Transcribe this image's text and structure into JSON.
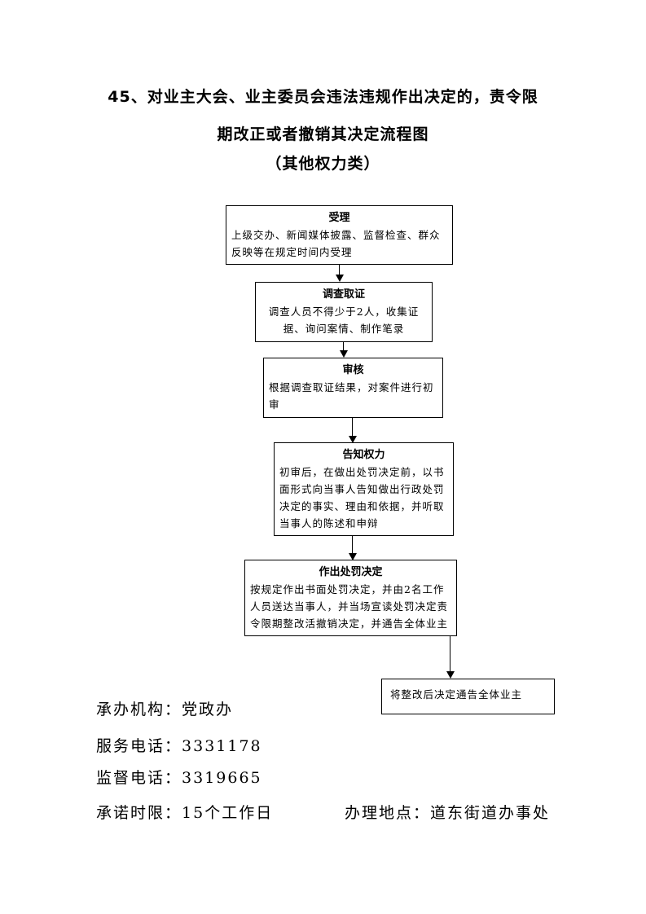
{
  "title": {
    "line1": "45、对业主大会、业主委员会违法违规作出决定的，责令限",
    "line2": "期改正或者撤销其决定流程图",
    "line3": "（其他权力类）"
  },
  "flowchart": {
    "steps": [
      {
        "heading": "受理",
        "text": "上级交办、新闻媒体披露、监督检查、群众反映等在规定时间内受理"
      },
      {
        "heading": "调查取证",
        "text": "调查人员不得少于2人，收集证据、询问案情、制作笔录"
      },
      {
        "heading": "审核",
        "text": "根据调查取证结果，对案件进行初审"
      },
      {
        "heading": "告知权力",
        "text": "初审后，在做出处罚决定前，以书面形式向当事人告知做出行政处罚决定的事实、理由和依据，并听取当事人的陈述和申辩"
      },
      {
        "heading": "作出处罚决定",
        "text": "按规定作出书面处罚决定，并由2名工作人员送达当事人，并当场宣读处罚决定责令限期整改活撤销决定，并通告全体业主"
      },
      {
        "heading": "",
        "text": "将整改后决定通告全体业主"
      }
    ]
  },
  "info": {
    "office_label": "承办机构：",
    "office_value": "党政办",
    "service_phone_label": "服务电话：",
    "service_phone_value": "3331178",
    "supervision_phone_label": "监督电话：",
    "supervision_phone_value": "3319665",
    "time_limit_label": "承诺时限：",
    "time_limit_value": "15个工作日",
    "location_label": "办理地点：",
    "location_value": "道东街道办事处"
  }
}
